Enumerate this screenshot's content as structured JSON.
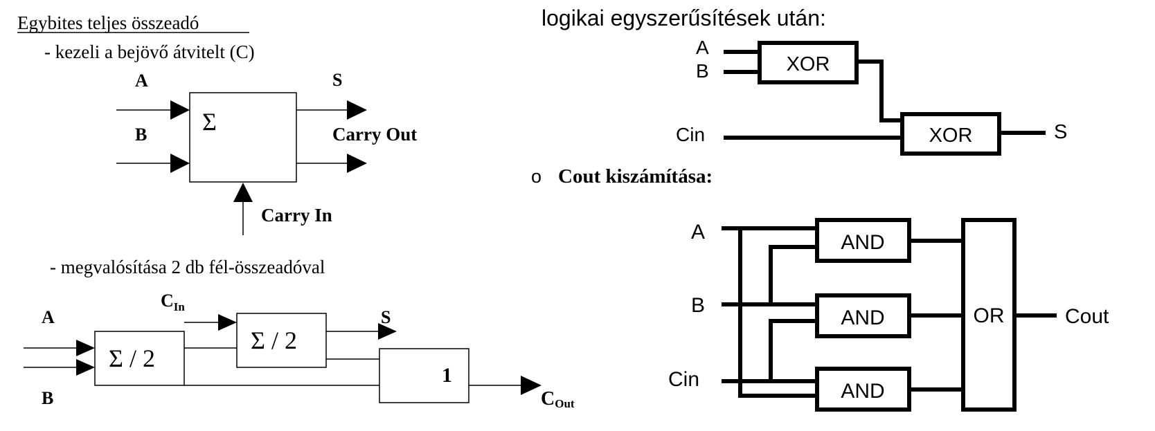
{
  "left": {
    "title": "Egybites teljes összeadó",
    "bullet1": "- kezeli a bejövő átvitelt (C)",
    "adder": {
      "input_a": "A",
      "input_b": "B",
      "symbol": "Σ",
      "output_s": "S",
      "carry_out": "Carry Out",
      "carry_in": "Carry In"
    },
    "bullet2": "- megvalósítása 2 db fél-összeadóval",
    "half_adders": {
      "input_a": "A",
      "input_b": "B",
      "cin_main": "C",
      "cin_sub": "In",
      "ha1_label": "Σ / 2",
      "ha2_label": "Σ / 2",
      "output_s": "S",
      "or_label": "1",
      "cout_main": "C",
      "cout_sub": "Out"
    }
  },
  "right": {
    "heading": "logikai egyszerűsítések után:",
    "sum_circuit": {
      "input_a": "A",
      "input_b": "B",
      "input_cin": "Cin",
      "gate1": "XOR",
      "gate2": "XOR",
      "output": "S"
    },
    "bullet_marker": "o",
    "cout_heading": "Cout kiszámítása:",
    "cout_circuit": {
      "input_a": "A",
      "input_b": "B",
      "input_cin": "Cin",
      "and1": "AND",
      "and2": "AND",
      "and3": "AND",
      "or_gate": "OR",
      "output": "Cout"
    }
  }
}
